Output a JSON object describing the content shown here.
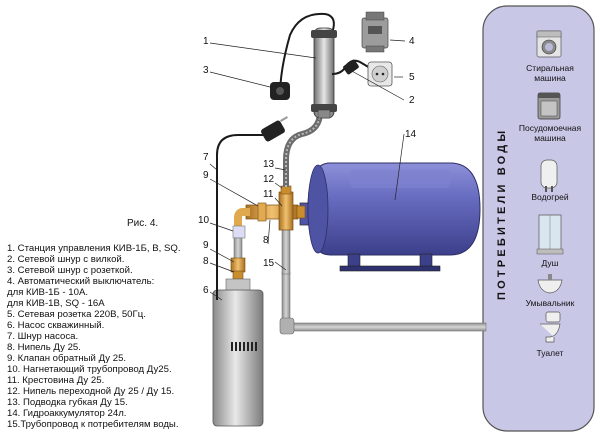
{
  "figure": {
    "label": "Рис. 4."
  },
  "legend": [
    "1. Станция управления КИВ-1Б, В, SQ.",
    "2. Сетевой шнур с вилкой.",
    "3. Сетевой шнур с розеткой.",
    "4. Автоматический выключатель:",
    "  для КИВ-1Б - 10А.",
    "  для КИВ-1В, SQ - 16А",
    "5. Сетевая розетка 220В, 50Гц.",
    "6. Насос скважинный.",
    "7. Шнур насоса.",
    "8. Нипель Ду 25.",
    "9. Клапан обратный Ду 25.",
    "10. Нагнетающий трубопровод Ду25.",
    "11. Крестовина  Ду 25.",
    "12. Нипель переходной Ду 25 / Ду 15.",
    "13. Подводка губкая Ду 15.",
    "14. Гидроаккумулятор 24л.",
    "15.Трубопровод к потребителям воды."
  ],
  "callouts": {
    "n1": "1",
    "n2": "2",
    "n3": "3",
    "n4": "4",
    "n5": "5",
    "n6": "6",
    "n7": "7",
    "n8a": "8",
    "n8b": "8",
    "n9a": "9",
    "n9b": "9",
    "n10": "10",
    "n11": "11",
    "n12": "12",
    "n13": "13",
    "n14": "14",
    "n15": "15"
  },
  "consumers": {
    "title": "ПОТРЕБИТЕЛИ ВОДЫ",
    "items": [
      {
        "icon": "washing-machine-icon",
        "line1": "Стиральная",
        "line2": "машина"
      },
      {
        "icon": "dishwasher-icon",
        "line1": "Посудомоечная",
        "line2": "машина"
      },
      {
        "icon": "water-heater-icon",
        "line1": "Водогрей",
        "line2": ""
      },
      {
        "icon": "shower-icon",
        "line1": "Душ",
        "line2": ""
      },
      {
        "icon": "washbasin-icon",
        "line1": "Умывальник",
        "line2": ""
      },
      {
        "icon": "toilet-icon",
        "line1": "Туалет",
        "line2": ""
      }
    ]
  },
  "colors": {
    "tank": "#5b5fb0",
    "panel": "#c9c7e6",
    "pipe": "#a9a9a9",
    "brass": "#d49a3a"
  }
}
